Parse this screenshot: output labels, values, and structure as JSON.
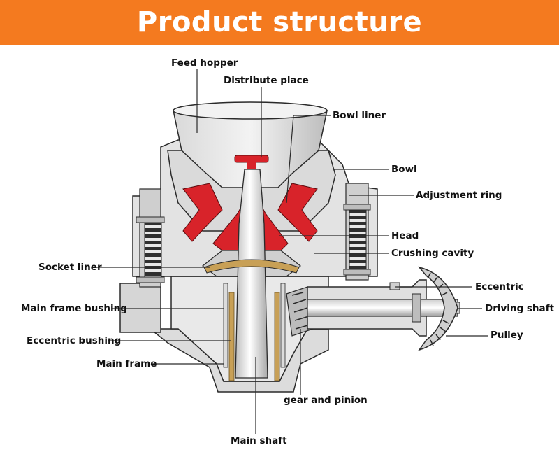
{
  "header": {
    "title": "Product structure",
    "background": "#F47A1F"
  },
  "colors": {
    "liner_red": "#D8232A",
    "outline": "#2a2a2a",
    "metal_light": "#ECECEC",
    "metal_mid": "#CFCFCF",
    "metal_dark": "#9E9E9E",
    "spring": "#333333",
    "bronze": "#C8A056"
  },
  "labels": {
    "feed_hopper": "Feed hopper",
    "distribute_place": "Distribute place",
    "bowl_liner": "Bowl liner",
    "bowl": "Bowl",
    "adjustment_ring": "Adjustment ring",
    "head": "Head",
    "crushing_cavity": "Crushing cavity",
    "socket_liner": "Socket liner",
    "eccentric": "Eccentric",
    "main_frame_bushing": "Main frame bushing",
    "driving_shaft": "Driving shaft",
    "pulley": "Pulley",
    "eccentric_bushing": "Eccentric bushing",
    "main_frame": "Main frame",
    "gear_and_pinion": "gear and pinion",
    "main_shaft": "Main shaft"
  }
}
